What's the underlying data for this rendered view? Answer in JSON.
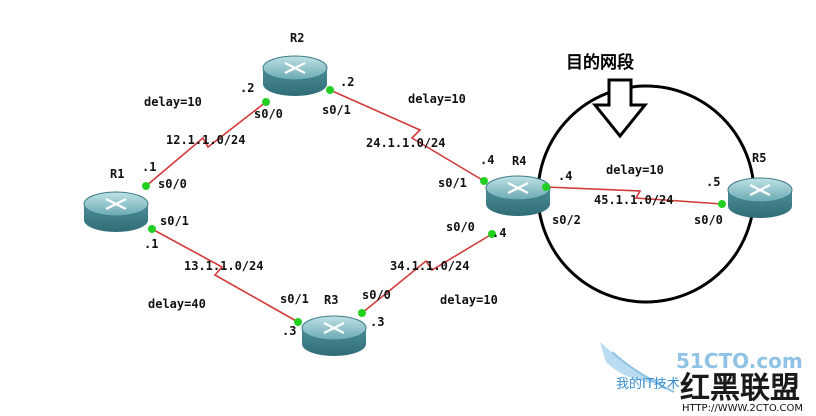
{
  "title": "目的网段",
  "colors": {
    "link": "#d23a3a",
    "dot": "#22d022",
    "router": "#5a9ea8",
    "circle": "#000000"
  },
  "routers": [
    {
      "id": "r1",
      "name": "R1"
    },
    {
      "id": "r2",
      "name": "R2"
    },
    {
      "id": "r3",
      "name": "R3"
    },
    {
      "id": "r4",
      "name": "R4"
    },
    {
      "id": "r5",
      "name": "R5"
    }
  ],
  "links": [
    {
      "id": "r1-r2",
      "network": "12.1.1.0/24",
      "delay": "delay=10"
    },
    {
      "id": "r2-r4",
      "network": "24.1.1.0/24",
      "delay": "delay=10"
    },
    {
      "id": "r1-r3",
      "network": "13.1.1.0/24",
      "delay": "delay=40"
    },
    {
      "id": "r3-r4",
      "network": "34.1.1.0/24",
      "delay": "delay=10"
    },
    {
      "id": "r4-r5",
      "network": "45.1.1.0/24",
      "delay": "delay=10"
    }
  ],
  "interfaces": [
    {
      "id": "r1-s00",
      "port": "s0/0",
      "ip": ".1"
    },
    {
      "id": "r1-s01",
      "port": "s0/1",
      "ip": ".1"
    },
    {
      "id": "r2-s00",
      "port": "s0/0",
      "ip": ".2"
    },
    {
      "id": "r2-s01",
      "port": "s0/1",
      "ip": ".2"
    },
    {
      "id": "r3-s01",
      "port": "s0/1",
      "ip": ".3"
    },
    {
      "id": "r3-s00",
      "port": "s0/0",
      "ip": ".3"
    },
    {
      "id": "r4-s01",
      "port": "s0/1",
      "ip": ".4"
    },
    {
      "id": "r4-s00",
      "port": "s0/0",
      "ip": ".4"
    },
    {
      "id": "r4-s02",
      "port": "s0/2",
      "ip": ".4"
    },
    {
      "id": "r5-s00",
      "port": "s0/0",
      "ip": ".5"
    }
  ],
  "watermark": {
    "brand": "51CTO.com",
    "cn": "红黑联盟",
    "slogan": "我的IT技术",
    "url": "HTTP://WWW.2CTO.COM"
  }
}
